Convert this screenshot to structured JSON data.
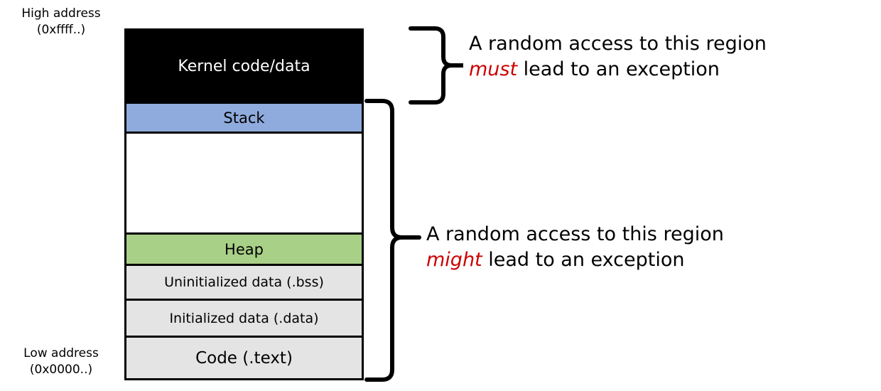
{
  "address_labels": {
    "high": {
      "line1": "High address",
      "line2": "(0xffff..)"
    },
    "low": {
      "line1": "Low address",
      "line2": "(0x0000..)"
    }
  },
  "memory_map": {
    "segments": [
      {
        "id": "kernel",
        "label": "Kernel code/data",
        "fill": "#000000",
        "text_color": "#ffffff"
      },
      {
        "id": "stack",
        "label": "Stack",
        "fill": "#8fabdd",
        "text_color": "#000000"
      },
      {
        "id": "gap",
        "label": "",
        "fill": "#ffffff",
        "text_color": "#000000"
      },
      {
        "id": "heap",
        "label": "Heap",
        "fill": "#a8d086",
        "text_color": "#000000"
      },
      {
        "id": "bss",
        "label": "Uninitialized data (.bss)",
        "fill": "#e4e4e4",
        "text_color": "#000000"
      },
      {
        "id": "data",
        "label": "Initialized data (.data)",
        "fill": "#e4e4e4",
        "text_color": "#000000"
      },
      {
        "id": "text",
        "label": "Code (.text)",
        "fill": "#e4e4e4",
        "text_color": "#000000"
      }
    ],
    "growth_arrows": [
      {
        "id": "stack-grows-down",
        "direction": "down"
      },
      {
        "id": "heap-grows-up",
        "direction": "up"
      }
    ]
  },
  "annotations": {
    "kernel": {
      "line1": "A random access to this region",
      "emphasis": "must",
      "line2_rest": " lead to an exception"
    },
    "user": {
      "line1": "A random access to this region",
      "emphasis": "might",
      "line2_rest": " lead to an exception"
    }
  },
  "colors": {
    "kernel": "#000000",
    "stack": "#8fabdd",
    "heap": "#a8d086",
    "static_data": "#e4e4e4",
    "emphasis": "#cc0000",
    "outline": "#000000"
  }
}
